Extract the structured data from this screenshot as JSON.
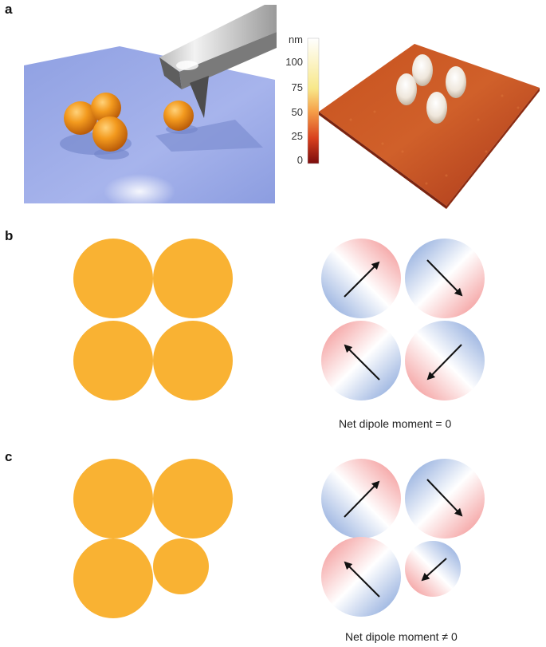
{
  "panels": {
    "a": {
      "label": "a"
    },
    "b": {
      "label": "b",
      "caption": "Net dipole moment = 0"
    },
    "c": {
      "label": "c",
      "caption": "Net dipole moment ≠ 0"
    }
  },
  "colorbar": {
    "unit": "nm",
    "ticks": [
      "100",
      "75",
      "50",
      "25",
      "0"
    ],
    "range": [
      0,
      125
    ]
  },
  "colors": {
    "particle": "#f9b233",
    "dipole_positive": "#f28b8b",
    "dipole_negative": "#7f9fd8",
    "substrate": "#9aa9e6",
    "afm_surface": "#c9481e",
    "arrow": "#111111"
  }
}
